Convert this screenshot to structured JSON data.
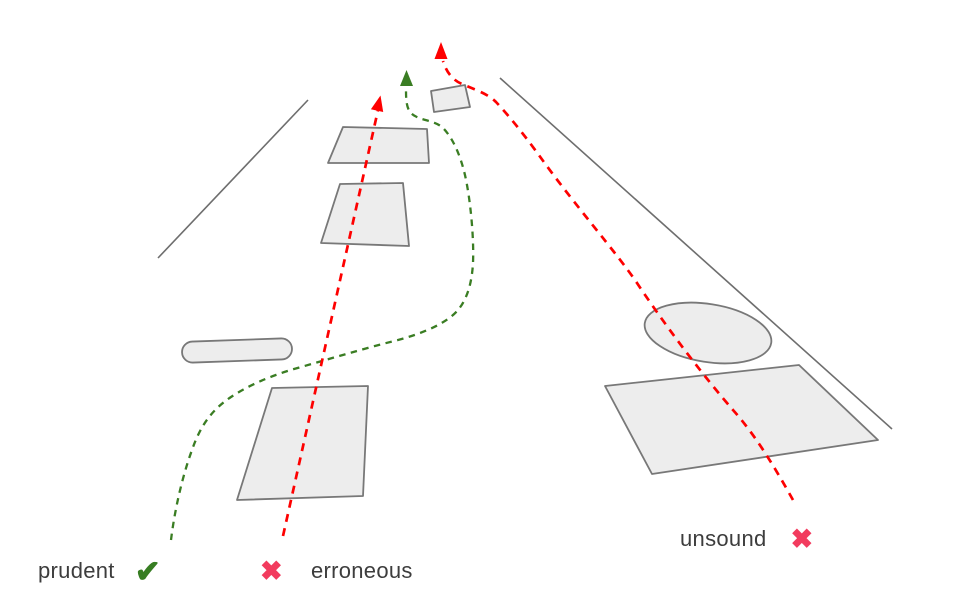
{
  "figure": {
    "labels": {
      "prudent": "prudent",
      "erroneous": "erroneous",
      "unsound": "unsound"
    },
    "icons": {
      "check_glyph": "✔",
      "cross_glyph": "✖"
    },
    "colors": {
      "background": "#ffffff",
      "road_line": "#6e6e6e",
      "obstacle_fill": "#ededed",
      "obstacle_stroke": "#787878",
      "prudent_path": "#3a7d23",
      "erroneous_path": "#fe0000",
      "check": "#377d22",
      "cross": "#f23b5e",
      "label_text": "#3d3d3d"
    }
  }
}
